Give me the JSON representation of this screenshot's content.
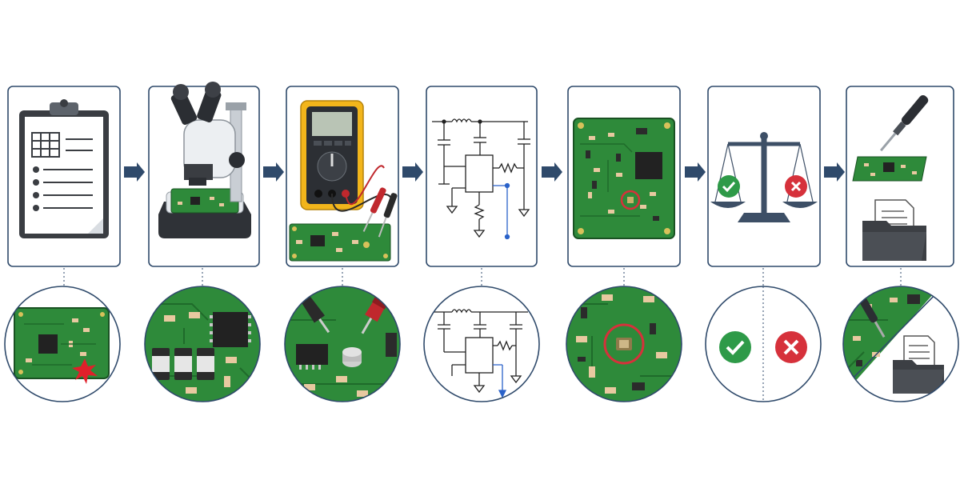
{
  "colors": {
    "frame": "#2f4a6b",
    "arrow": "#2f4a6b",
    "pcb": "#2e8a3a",
    "pcb_dark": "#1f6b2a",
    "pcb_edge": "#1a5223",
    "chip": "#222222",
    "smd": "#e8c9a0",
    "pad": "#d8c15a",
    "meter": "#f2b51b",
    "probe_red": "#c0282d",
    "probe_black": "#2a2a2a",
    "check": "#2e9a48",
    "cross": "#d6313b",
    "wire_blue": "#2a62c9",
    "folder": "#3c3f44",
    "scale": "#3d4f66"
  },
  "steps": [
    {
      "id": "plan",
      "icon": "clipboard-checklist-icon",
      "detail_icon": "damaged-board-icon"
    },
    {
      "id": "visual-inspection",
      "icon": "stereo-microscope-icon",
      "detail_icon": "board-closeup-icon"
    },
    {
      "id": "electrical-measurement",
      "icon": "multimeter-probes-icon",
      "detail_icon": "probe-closeup-icon"
    },
    {
      "id": "schematic-analysis",
      "icon": "circuit-schematic-icon",
      "detail_icon": "schematic-closeup-icon"
    },
    {
      "id": "fault-localization",
      "icon": "circled-component-board-icon",
      "detail_icon": "circled-component-closeup-icon"
    },
    {
      "id": "evaluation",
      "icon": "balance-scale-icon",
      "detail_icon": "pass-fail-icon"
    },
    {
      "id": "repair-document",
      "icon": "solder-and-folder-icon",
      "detail_icon": "repair-document-split-icon"
    }
  ]
}
